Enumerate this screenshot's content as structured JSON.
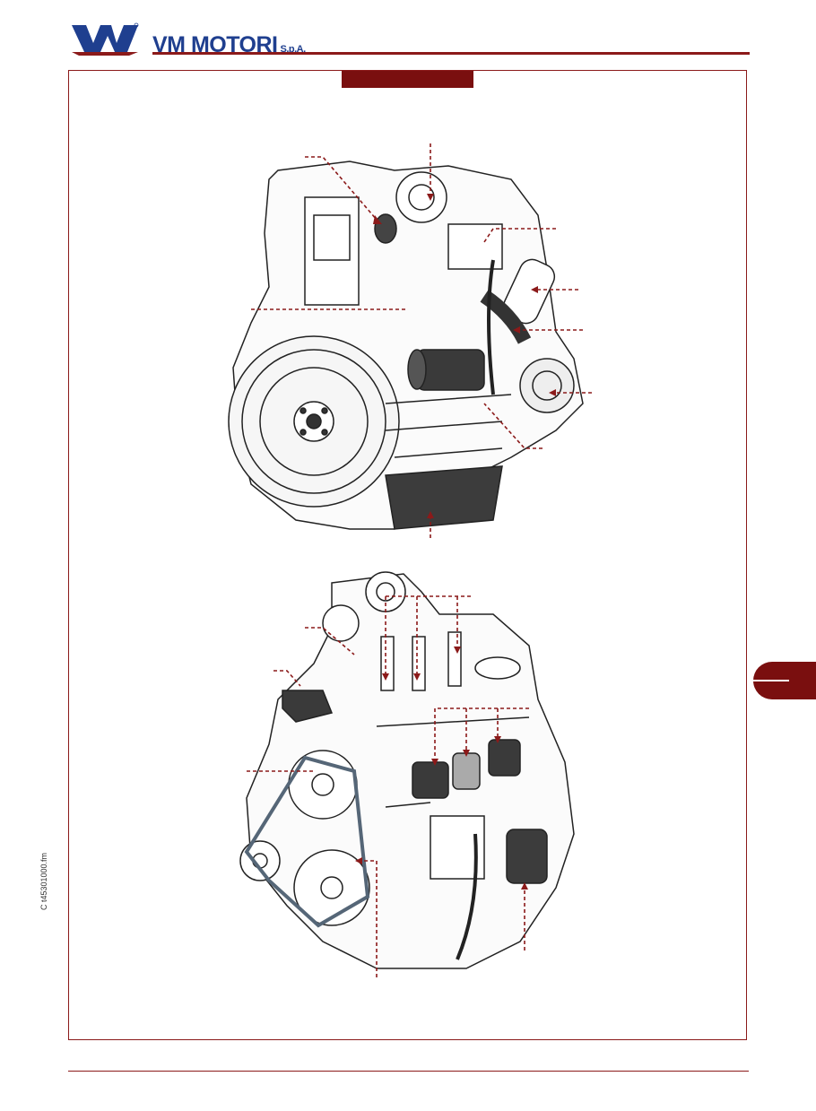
{
  "header": {
    "brand_name": "VM MOTORI",
    "brand_suffix": "S.p.A."
  },
  "sidebar": {
    "file_reference": "C t45301000.fm"
  },
  "colors": {
    "accent": "#7a0f0f",
    "brand_blue": "#1f3f8f",
    "leader_red": "#8b1a1a"
  },
  "figures": [
    {
      "name": "engine-flywheel-side-view",
      "icon": "engine-illustration"
    },
    {
      "name": "engine-pulley-side-view",
      "icon": "engine-illustration"
    }
  ]
}
